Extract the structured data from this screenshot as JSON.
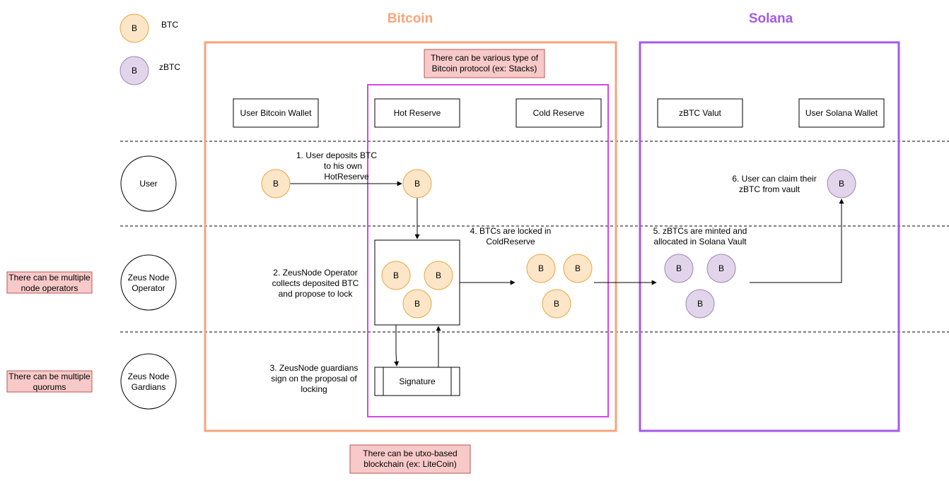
{
  "colors": {
    "bitcoin": "#f5a57c",
    "solana": "#a459ea",
    "protocol_box": "#d845e8",
    "btc_fill": "#fde6c7",
    "btc_stroke": "#e9a542",
    "zbtc_fill": "#e2d5eb",
    "zbtc_stroke": "#9f83b3",
    "note_fill": "#f7c9c8",
    "note_stroke": "#b95757"
  },
  "legend": {
    "btc": {
      "coin": "B",
      "label": "BTC"
    },
    "zbtc": {
      "coin": "B",
      "label": "zBTC"
    }
  },
  "regions": {
    "bitcoin": "Bitcoin",
    "solana": "Solana"
  },
  "notes": {
    "protocol": [
      "There can be various type of",
      "Bitcoin protocol (ex: Stacks)"
    ],
    "utxo": [
      "There can be utxo-based",
      "blockchain (ex: LiteCoin)"
    ],
    "operators": [
      "There can be multiple",
      "node operators"
    ],
    "quorums": [
      "There can be multiple",
      "quorums"
    ]
  },
  "columns": {
    "user_bitcoin_wallet": "User Bitcoin Wallet",
    "hot_reserve": "Hot Reserve",
    "cold_reserve": "Cold Reserve",
    "zbtc_vault": "zBTC Valut",
    "user_solana_wallet": "User Solana Wallet"
  },
  "actors": {
    "user": [
      "User"
    ],
    "operator": [
      "Zeus Node",
      "Operator"
    ],
    "guardians": [
      "Zeus Node",
      "Gardians"
    ]
  },
  "steps": {
    "step1": [
      "1. User deposits BTC",
      "to his own",
      "HotReserve"
    ],
    "step2": [
      "2. ZeusNode Operator",
      "collects deposited BTC",
      "and propose to lock"
    ],
    "step3": [
      "3. ZeusNode guardians",
      "sign on the proposal of",
      "locking"
    ],
    "step4": [
      "4. BTCs are locked in",
      "ColdReserve"
    ],
    "step5": [
      "5. zBTCs are minted and",
      "allocated in Solana Vault"
    ],
    "step6": [
      "6. User can claim their",
      "zBTC from vault"
    ]
  },
  "signature": "Signature",
  "coin_label": "B"
}
